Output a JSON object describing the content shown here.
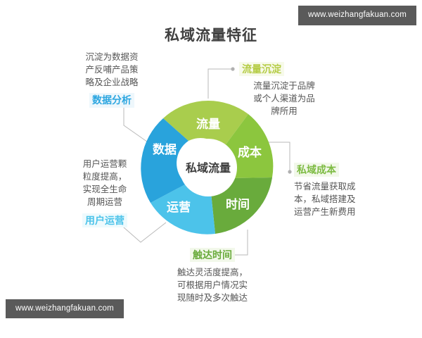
{
  "page": {
    "title": "私域流量特征",
    "background": "#ffffff"
  },
  "watermarks": {
    "top_right": "www.weizhangfakuan.com",
    "bottom_left": "www.weizhangfakuan.com"
  },
  "diagram": {
    "type": "aperture-donut",
    "center_label": "私域流量",
    "segments": [
      {
        "id": "liuliang",
        "label": "流量",
        "color": "#a9cd4d",
        "position": "top"
      },
      {
        "id": "chengben",
        "label": "成本",
        "color": "#8cc63e",
        "position": "top-right"
      },
      {
        "id": "shijian",
        "label": "时间",
        "color": "#69ab3c",
        "position": "bottom-right"
      },
      {
        "id": "yunying",
        "label": "运营",
        "color": "#4cc3ea",
        "position": "bottom-left"
      },
      {
        "id": "shuju",
        "label": "数据",
        "color": "#29a3dc",
        "position": "left"
      }
    ]
  },
  "callouts": [
    {
      "id": "data-analysis",
      "tag": "数据分析",
      "tag_color": "#2ca6e0",
      "desc": "沉淀为数据资\n产反哺产品策\n略及企业战略"
    },
    {
      "id": "user-operation",
      "tag": "用户运营",
      "tag_color": "#4cc3ea",
      "desc": "用户运营颗\n粒度提高，\n实现全生命\n周期运营"
    },
    {
      "id": "flow-precipitation",
      "tag": "流量沉淀",
      "tag_color": "#b5cc45",
      "desc": "流量沉淀于品牌\n或个人渠道为品\n牌所用"
    },
    {
      "id": "private-cost",
      "tag": "私域成本",
      "tag_color": "#7dbb42",
      "desc": "节省流量获取成\n本，私域搭建及\n运营产生新费用"
    },
    {
      "id": "reach-time",
      "tag": "触达时间",
      "tag_color": "#6aab3c",
      "desc": "触达灵活度提高，\n可根据用户情况实\n现随时及多次触达"
    }
  ]
}
